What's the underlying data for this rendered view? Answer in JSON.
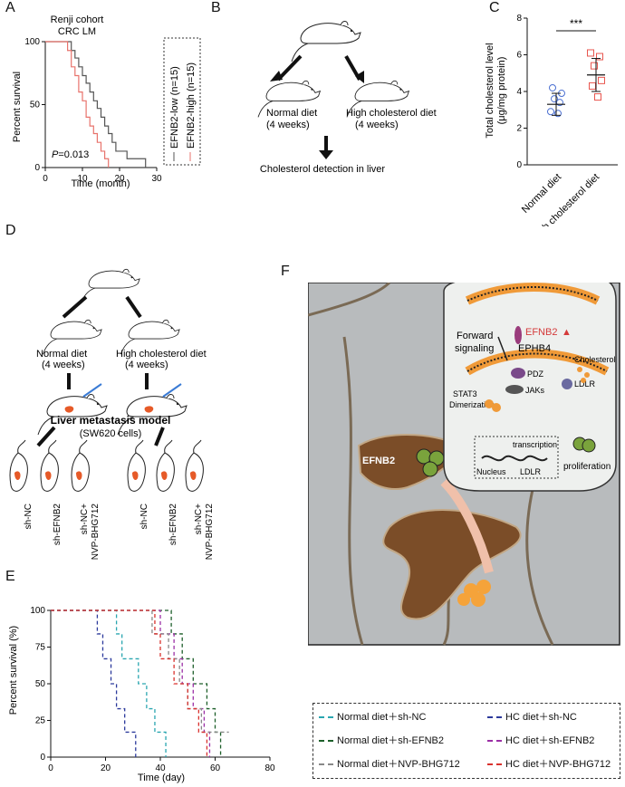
{
  "panels": {
    "a": "A",
    "b": "B",
    "c": "C",
    "d": "D",
    "e": "E",
    "f": "F"
  },
  "panel_a": {
    "cohort_line1": "Renji cohort",
    "cohort_line2": "CRC LM",
    "p_prefix": "P",
    "p_value": "=0.013",
    "legend": [
      "EFNB2-low (n=15)",
      "EFNB2-high (n=15)"
    ],
    "colors": {
      "low": "#555555",
      "high": "#e8736c"
    }
  },
  "panel_b": {
    "normal_diet": "Normal diet",
    "normal_weeks": "(4 weeks)",
    "hc_diet": "High cholesterol diet",
    "hc_weeks": "(4 weeks)",
    "detection": "Cholesterol detection in liver"
  },
  "panel_c": {
    "significance": "***",
    "colors": {
      "normal": "#4a6fd1",
      "hc": "#e8554e"
    }
  },
  "panel_d": {
    "normal_diet": "Normal diet",
    "normal_weeks": "(4 weeks)",
    "hc_diet": "High cholesterol diet",
    "hc_weeks": "(4 weeks)",
    "model_line1": "Liver metastasis model",
    "model_line2": "(SW620 cells)",
    "groups": [
      "sh-NC",
      "sh-EFNB2",
      "sh-NC+",
      "NVP-BHG712"
    ]
  },
  "panel_e": {
    "legend": [
      {
        "label": "Normal diet＋sh-NC",
        "color": "#2aa6b0"
      },
      {
        "label": "HC diet＋sh-NC",
        "color": "#2c3a9c"
      },
      {
        "label": "Normal diet＋sh-EFNB2",
        "color": "#1d5f2a"
      },
      {
        "label": "HC diet＋sh-EFNB2",
        "color": "#9b2fa6"
      },
      {
        "label": "Normal diet＋NVP-BHG712",
        "color": "#888888"
      },
      {
        "label": "HC diet＋NVP-BHG712",
        "color": "#d9322e"
      }
    ]
  },
  "panel_f": {
    "forward": "Forward",
    "signaling": "signaling",
    "efnb2": "EFNB2",
    "ephb4": "EPHB4",
    "cholesterol": "Cholesterol",
    "pdz": "PDZ",
    "jaks": "JAKs",
    "ldlr": "LDLR",
    "stat3": "STAT3",
    "dimerization": "Dimerization",
    "transcription": "transcription",
    "nucleus": "Nucleus",
    "ldlr2": "LDLR",
    "proliferation": "proliferation",
    "efnb2_liver": "EFNB2"
  },
  "chart_data": [
    {
      "type": "line",
      "panel": "A",
      "xlabel": "Time (month)",
      "ylabel": "Percent survival",
      "xlim": [
        0,
        30
      ],
      "ylim": [
        0,
        100
      ],
      "xticks": [
        0,
        10,
        20,
        30
      ],
      "yticks": [
        0,
        50,
        100
      ],
      "series": [
        {
          "name": "EFNB2-low (n=15)",
          "step": true,
          "x": [
            0,
            7,
            8,
            9,
            10,
            11,
            12,
            13,
            14,
            15,
            16,
            17,
            18,
            19,
            22,
            27
          ],
          "y": [
            100,
            93,
            87,
            80,
            73,
            67,
            60,
            53,
            47,
            40,
            33,
            27,
            20,
            13,
            7,
            0
          ]
        },
        {
          "name": "EFNB2-high (n=15)",
          "step": true,
          "x": [
            0,
            6,
            7,
            8,
            9,
            10,
            11,
            12,
            13,
            14,
            15,
            16,
            17
          ],
          "y": [
            100,
            93,
            80,
            73,
            60,
            53,
            40,
            33,
            27,
            20,
            13,
            7,
            0
          ]
        }
      ]
    },
    {
      "type": "scatter",
      "panel": "C",
      "categories": [
        "Normal diet",
        "High cholesterol diet"
      ],
      "ylabel": "Total cholesterol level",
      "ylabel2": "(μg/mg protein)",
      "ylim": [
        0,
        8
      ],
      "yticks": [
        0,
        2,
        4,
        6,
        8
      ],
      "series": [
        {
          "name": "Normal diet",
          "values": [
            2.9,
            3.4,
            3.6,
            3.9,
            4.2,
            2.8
          ],
          "mean": 3.3,
          "sd": 0.6
        },
        {
          "name": "High cholesterol diet",
          "values": [
            6.1,
            5.9,
            5.4,
            4.6,
            4.3,
            3.7
          ],
          "mean": 4.9,
          "sd": 0.9
        }
      ]
    },
    {
      "type": "line",
      "panel": "E",
      "xlabel": "Time (day)",
      "ylabel": "Percent survival (%)",
      "xlim": [
        0,
        80
      ],
      "ylim": [
        0,
        100
      ],
      "xticks": [
        0,
        20,
        40,
        60,
        80
      ],
      "yticks": [
        0,
        25,
        50,
        75,
        100
      ],
      "series": [
        {
          "name": "Normal diet＋sh-NC",
          "step": true,
          "x": [
            0,
            24,
            26,
            32,
            35,
            38,
            42
          ],
          "y": [
            100,
            84,
            67,
            50,
            33,
            17,
            0
          ]
        },
        {
          "name": "HC diet＋sh-NC",
          "step": true,
          "x": [
            0,
            17,
            19,
            22,
            24,
            27,
            31
          ],
          "y": [
            100,
            84,
            67,
            50,
            33,
            17,
            0
          ]
        },
        {
          "name": "Normal diet＋sh-EFNB2",
          "step": true,
          "x": [
            0,
            44,
            48,
            52,
            57,
            60,
            62
          ],
          "y": [
            100,
            84,
            67,
            50,
            33,
            17,
            0
          ]
        },
        {
          "name": "HC diet＋sh-EFNB2",
          "step": true,
          "x": [
            0,
            40,
            45,
            48,
            52,
            56,
            58
          ],
          "y": [
            100,
            84,
            67,
            50,
            33,
            17,
            0
          ]
        },
        {
          "name": "Normal diet＋NVP-BHG712",
          "step": true,
          "x": [
            0,
            37,
            43,
            47,
            50,
            55,
            65
          ],
          "y": [
            100,
            84,
            67,
            50,
            33,
            17,
            17
          ]
        },
        {
          "name": "HC diet＋NVP-BHG712",
          "step": true,
          "x": [
            0,
            38,
            40,
            45,
            50,
            54,
            57
          ],
          "y": [
            100,
            84,
            67,
            50,
            33,
            17,
            0
          ]
        }
      ]
    }
  ]
}
